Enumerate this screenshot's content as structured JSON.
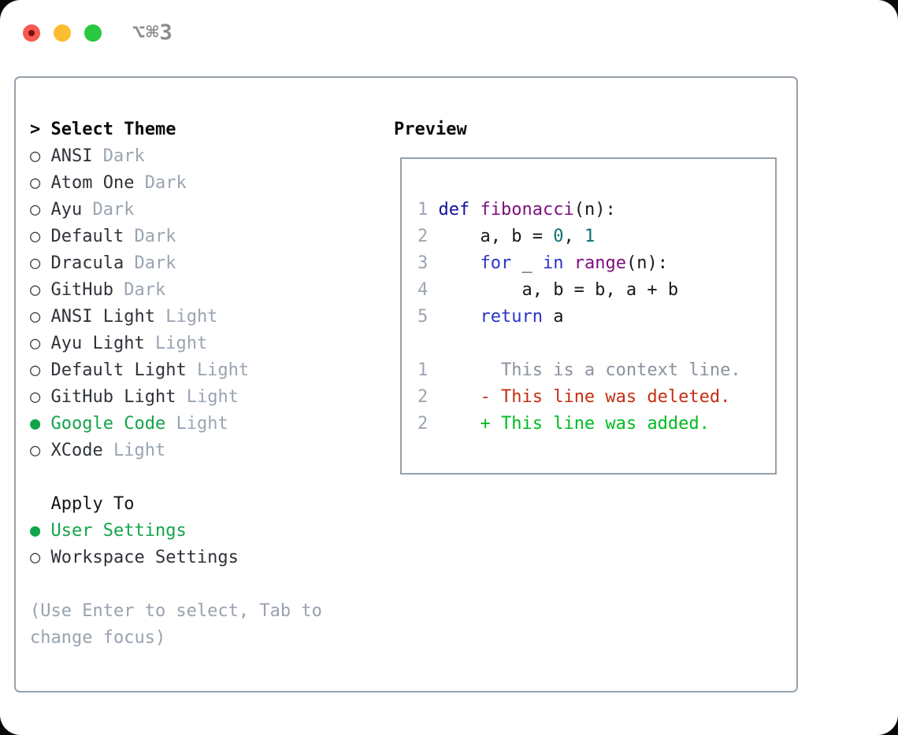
{
  "window": {
    "title": "⌥⌘3"
  },
  "glyphs": {
    "prompt": ">",
    "radio_empty": "○",
    "radio_filled": "●"
  },
  "theme_picker": {
    "title": "Select Theme",
    "items": [
      {
        "name": "ANSI",
        "variant": "Dark",
        "selected": false
      },
      {
        "name": "Atom One",
        "variant": "Dark",
        "selected": false
      },
      {
        "name": "Ayu",
        "variant": "Dark",
        "selected": false
      },
      {
        "name": "Default",
        "variant": "Dark",
        "selected": false
      },
      {
        "name": "Dracula",
        "variant": "Dark",
        "selected": false
      },
      {
        "name": "GitHub",
        "variant": "Dark",
        "selected": false
      },
      {
        "name": "ANSI Light",
        "variant": "Light",
        "selected": false
      },
      {
        "name": "Ayu Light",
        "variant": "Light",
        "selected": false
      },
      {
        "name": "Default Light",
        "variant": "Light",
        "selected": false
      },
      {
        "name": "GitHub Light",
        "variant": "Light",
        "selected": false
      },
      {
        "name": "Google Code",
        "variant": "Light",
        "selected": true
      },
      {
        "name": "XCode",
        "variant": "Light",
        "selected": false
      }
    ],
    "apply_to": {
      "title": "Apply To",
      "options": [
        {
          "name": "User Settings",
          "selected": true
        },
        {
          "name": "Workspace Settings",
          "selected": false
        }
      ]
    },
    "hint_lines": [
      "(Use Enter to select, Tab to",
      "change focus)"
    ]
  },
  "preview": {
    "title": "Preview",
    "code_lines": [
      {
        "num": "1",
        "tokens": [
          {
            "t": "def",
            "c": "kw_def"
          },
          {
            "t": " ",
            "c": "plain"
          },
          {
            "t": "fibonacci",
            "c": "fn"
          },
          {
            "t": "(n):",
            "c": "plain"
          }
        ]
      },
      {
        "num": "2",
        "tokens": [
          {
            "t": "    a, b = ",
            "c": "plain"
          },
          {
            "t": "0",
            "c": "lit"
          },
          {
            "t": ", ",
            "c": "plain"
          },
          {
            "t": "1",
            "c": "lit"
          }
        ]
      },
      {
        "num": "3",
        "tokens": [
          {
            "t": "    ",
            "c": "plain"
          },
          {
            "t": "for",
            "c": "kw"
          },
          {
            "t": " _ ",
            "c": "plain"
          },
          {
            "t": "in",
            "c": "kw"
          },
          {
            "t": " ",
            "c": "plain"
          },
          {
            "t": "range",
            "c": "fn"
          },
          {
            "t": "(n):",
            "c": "plain"
          }
        ]
      },
      {
        "num": "4",
        "tokens": [
          {
            "t": "        a, b = b, a + b",
            "c": "plain"
          }
        ]
      },
      {
        "num": "5",
        "tokens": [
          {
            "t": "    ",
            "c": "plain"
          },
          {
            "t": "return",
            "c": "kw"
          },
          {
            "t": " a",
            "c": "plain"
          }
        ]
      }
    ],
    "diff_lines": [
      {
        "num": "1",
        "tokens": [
          {
            "t": "      This is a context line.",
            "c": "ctx"
          }
        ]
      },
      {
        "num": "2",
        "tokens": [
          {
            "t": "    ",
            "c": "plain"
          },
          {
            "t": "- This line was deleted.",
            "c": "del"
          }
        ]
      },
      {
        "num": "2",
        "tokens": [
          {
            "t": "    ",
            "c": "plain"
          },
          {
            "t": "+ This line was added.",
            "c": "add"
          }
        ]
      }
    ]
  },
  "colors": {
    "accent_green": "#13a44a",
    "diff_deleted_red": "#c52e13",
    "diff_added_green": "#00bb20",
    "keyword_navy": "#10109b",
    "keyword_blue": "#2a35c5",
    "function_purple": "#7c0f7c",
    "number_teal": "#0b7070",
    "muted_gray": "#9aa4b1",
    "border_gray": "#97a0ac",
    "traffic_red": "#f85950",
    "traffic_yellow": "#fcbd2e",
    "traffic_green": "#2bc840"
  }
}
